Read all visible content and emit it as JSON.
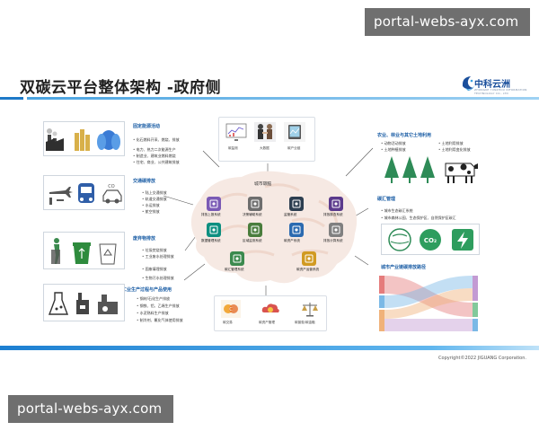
{
  "watermark": "portal-webs-ayx.com",
  "title": "双碳云平台整体架构 -政府侧",
  "logo": {
    "text": "中科云洲",
    "subtitle": "ZHONGKE YUNZHOU INFORMATION TECHNOLOGY CO., LTD"
  },
  "copyright": "Copyright©2022 JIGUANG Corporation.",
  "brain": {
    "label": "城市碳脑",
    "nodes": [
      {
        "label": "排放上报系统",
        "color": "#7a5ab5",
        "icon": "upload-icon"
      },
      {
        "label": "决策辅助系统",
        "color": "#6e6e6e",
        "icon": "signpost-icon"
      },
      {
        "label": "监管系统",
        "color": "#2c3e50",
        "icon": "monitor-icon"
      },
      {
        "label": "排放核查系统",
        "color": "#5b3a8c",
        "icon": "magnifier-icon"
      },
      {
        "label": "数据管理系统",
        "color": "#0d8f80",
        "icon": "cube-icon"
      },
      {
        "label": "区域监测系统",
        "color": "#4a7d3d",
        "icon": "map-icon"
      },
      {
        "label": "碳资产系统",
        "color": "#2b6ab0",
        "icon": "network-icon"
      },
      {
        "label": "排放计算系统",
        "color": "#808080",
        "icon": "cloud-icon"
      },
      {
        "label": "碳汇管理系统",
        "color": "#3b8a4e",
        "icon": "globe-icon"
      },
      {
        "label": "碳资产运营系统",
        "color": "#d19a22",
        "icon": "people-icon"
      }
    ]
  },
  "top_cards": [
    {
      "label": "碳监测",
      "icon": "chart-screen-icon"
    },
    {
      "label": "大数据",
      "icon": "handshake-icon"
    },
    {
      "label": "碳产业链",
      "icon": "tablet-icon"
    }
  ],
  "bottom_cards": [
    {
      "label": "碳交易",
      "icon": "trade-icon"
    },
    {
      "label": "碳资产管理",
      "icon": "cloud-money-icon"
    },
    {
      "label": "碳普惠/碳金融",
      "icon": "scales-icon"
    }
  ],
  "left": [
    {
      "title": "固定能源活动",
      "icons": [
        "factory-icon",
        "tanks-icon",
        "cooling-tower-icon"
      ],
      "items": [
        "化石燃料开采、燃烧、排放",
        "电力、热力二次能源生产",
        "制造业、建筑业燃料燃烧",
        "住宅、商业、公共建筑排放"
      ]
    },
    {
      "title": "交通碳排放",
      "icons": [
        "plane-icon",
        "bus-icon",
        "car-icon"
      ],
      "items": [
        "陆上交通排放",
        "轨道交通排放",
        "水运排放",
        "航空排放"
      ]
    },
    {
      "title": "废弃物排放",
      "icons": [
        "trash-icon",
        "recycle-bin-icon",
        "recycle-icon"
      ],
      "items": [
        "垃圾焚烧排放",
        "工业废水处理排放",
        "固废填埋排放",
        "生物污水处理排放"
      ]
    },
    {
      "title": "工业生产过程与产品使用",
      "icons": [
        "flask-icon",
        "factory-icon",
        "machine-icon"
      ],
      "items": [
        "钢材/石化生产排放",
        "钢铁、铝、乙烯生产排放",
        "水泥熟料生产排放",
        "制冷剂、氟化气体使用排放"
      ]
    }
  ],
  "right": [
    {
      "title": "农业、林业与其它土地利用",
      "icons": [
        "trees-icon",
        "cow-icon"
      ],
      "items": [
        "动物活动排放",
        "土地利用排放",
        "土地种植排放",
        "土地利用变化排放"
      ]
    },
    {
      "title": "碳汇管理",
      "icons": [
        "earth-icon",
        "co2-icon",
        "energy-icon"
      ],
      "items": [
        "城市生态碳汇系统",
        "城市森林公园、生态保护区、自然保护区碳汇"
      ]
    },
    {
      "title": "城市产业链碳排放路径"
    }
  ]
}
